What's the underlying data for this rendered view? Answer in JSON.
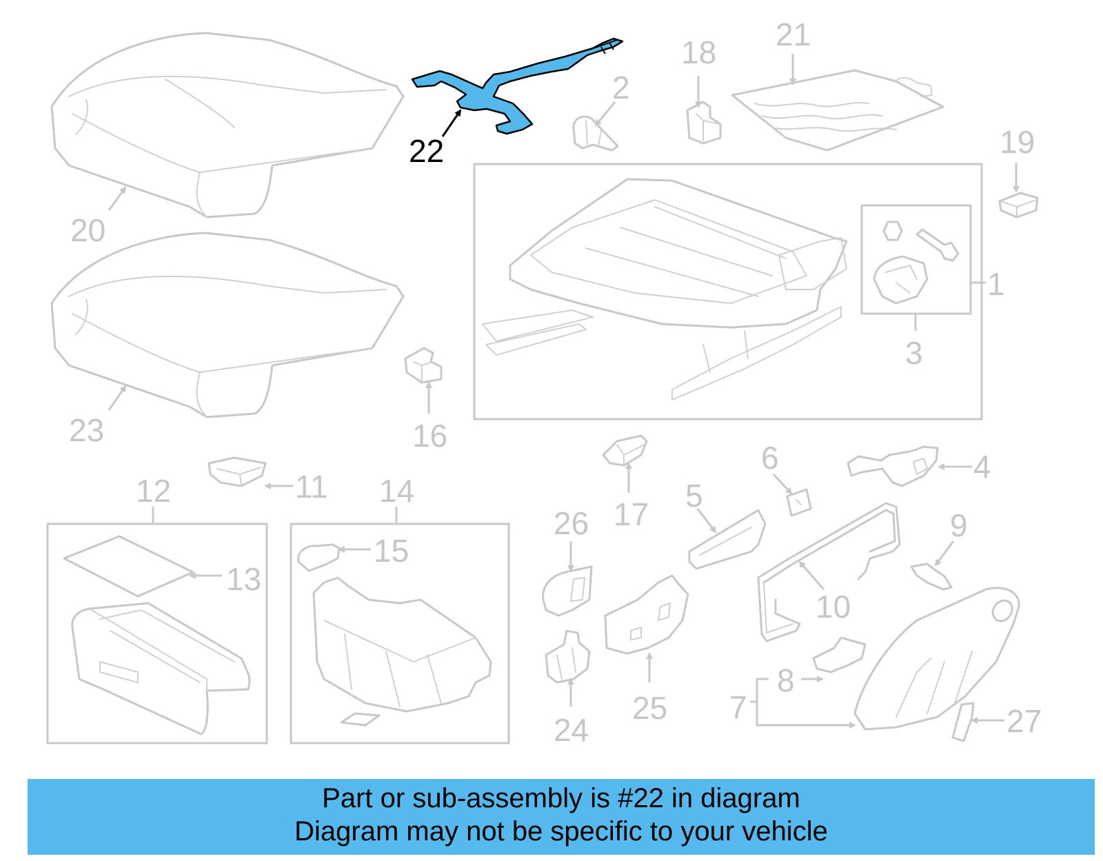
{
  "highlight_color": "#55b8ea",
  "banner_color": "#56b9ee",
  "labels": {
    "l1": "1",
    "l2": "2",
    "l3": "3",
    "l4": "4",
    "l5": "5",
    "l6": "6",
    "l7": "7",
    "l8": "8",
    "l9": "9",
    "l10": "10",
    "l11": "11",
    "l12": "12",
    "l13": "13",
    "l14": "14",
    "l15": "15",
    "l16": "16",
    "l17": "17",
    "l18": "18",
    "l19": "19",
    "l20": "20",
    "l21": "21",
    "l22": "22",
    "l23": "23",
    "l24": "24",
    "l25": "25",
    "l26": "26",
    "l27": "27"
  },
  "highlighted_part": "22",
  "banner": {
    "line1": "Part or sub-assembly is #22 in diagram",
    "line2": "Diagram may not be specific to your vehicle"
  }
}
